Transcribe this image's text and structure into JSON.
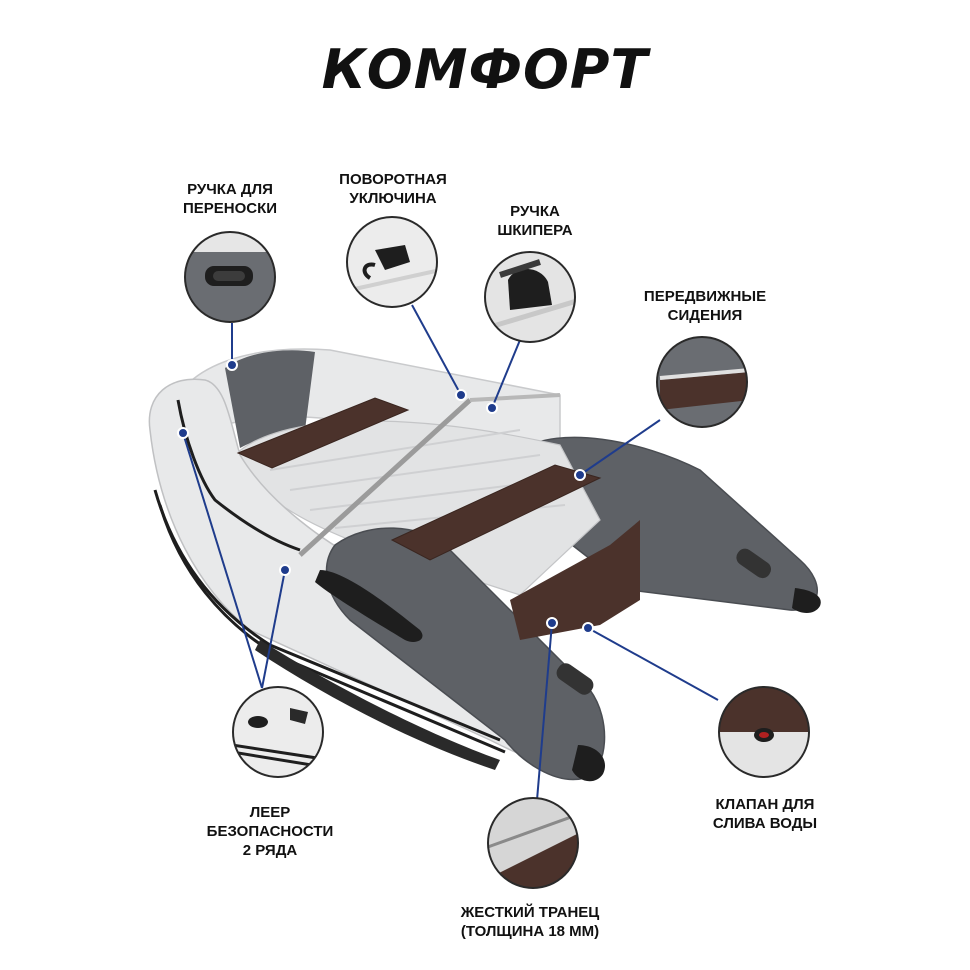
{
  "title": "КОМФОРТ",
  "colors": {
    "dark_tube": "#5e6166",
    "light_tube": "#e8e9ea",
    "floor": "#e2e3e4",
    "wood": "#4b322b",
    "pointer": "#1f3c8c",
    "circle_border": "#2a2a2a"
  },
  "labels": {
    "carry_handle": {
      "line1": "РУЧКА ДЛЯ",
      "line2": "ПЕРЕНОСКИ"
    },
    "oarlock": {
      "line1": "ПОВОРОТНАЯ",
      "line2": "УКЛЮЧИНА"
    },
    "skipper_handle": {
      "line1": "РУЧКА",
      "line2": "ШКИПЕРА"
    },
    "movable_seats": {
      "line1": "ПЕРЕДВИЖНЫЕ",
      "line2": "СИДЕНИЯ"
    },
    "safety_rope": {
      "line1": "ЛЕЕР",
      "line2": "БЕЗОПАСНОСТИ",
      "line3": "2 РЯДА"
    },
    "transom": {
      "line1": "ЖЕСТКИЙ ТРАНЕЦ",
      "line2": "(ТОЛЩИНА 18 ММ)"
    },
    "drain_valve": {
      "line1": "КЛАПАН ДЛЯ",
      "line2": "СЛИВА ВОДЫ"
    }
  }
}
